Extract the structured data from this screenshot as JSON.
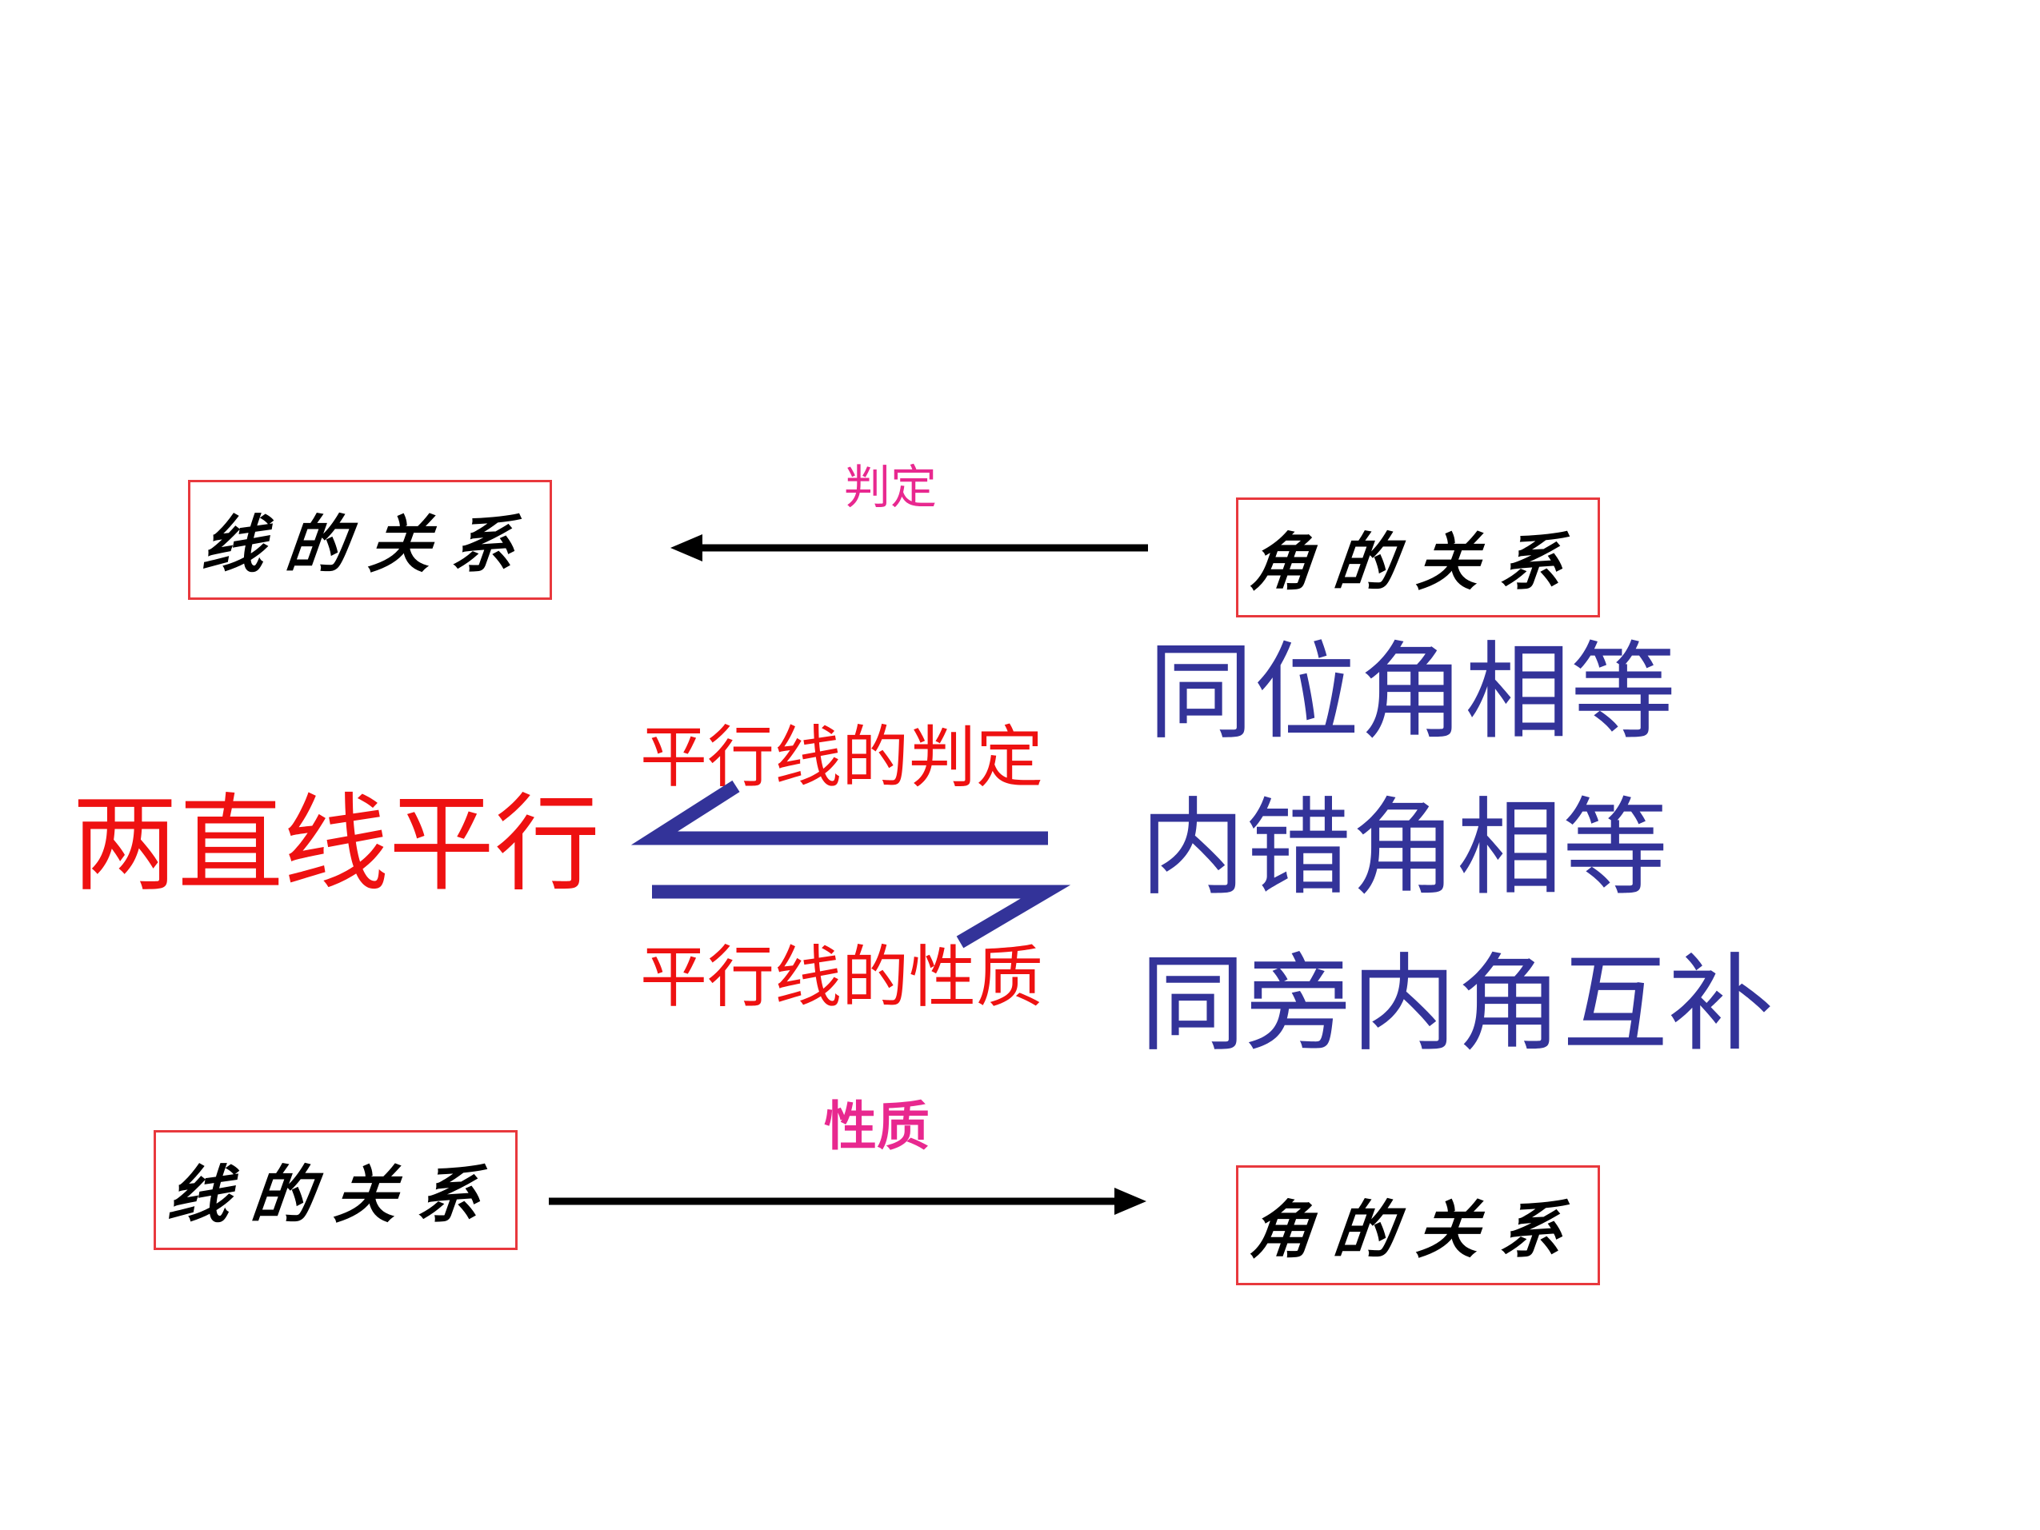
{
  "top_left_box": {
    "label": "线的关系"
  },
  "top_right_box": {
    "label": "角的关系"
  },
  "bottom_left_box": {
    "label": "线的关系"
  },
  "bottom_right_box": {
    "label": "角的关系"
  },
  "top_arrow_label": "判定",
  "bottom_arrow_label": "性质",
  "center": {
    "main_statement": "两直线平行",
    "upper_label": "平行线的判定",
    "lower_label": "平行线的性质"
  },
  "conditions": [
    "同位角相等",
    "内错角相等",
    "同旁内角互补"
  ],
  "colors": {
    "box_border": "#e8383d",
    "arrow": "#000000",
    "pink_label": "#e8288f",
    "red_text": "#ee1111",
    "blue_text": "#333399",
    "double_arrow": "#333399"
  }
}
